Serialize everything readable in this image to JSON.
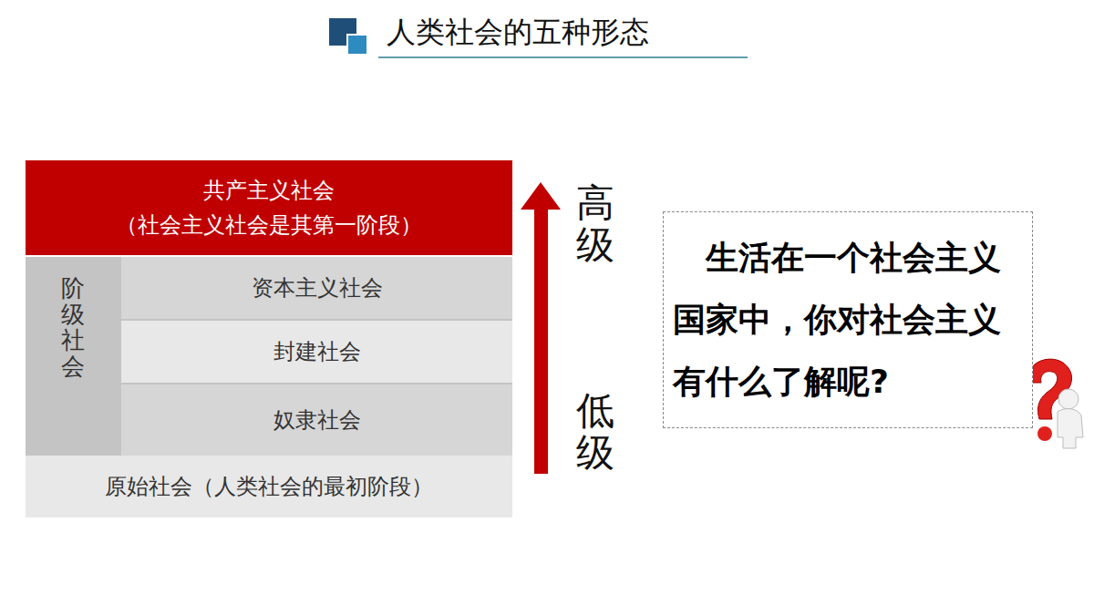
{
  "diagram": {
    "title": "人类社会的五种形态",
    "nodes": [
      {
        "text": [
          "共产主义社会",
          "（社会主义社会是其第一阶段）"
        ]
      },
      {
        "text": [
          "阶级社会"
        ]
      },
      {
        "text": [
          "资本主义社会"
        ],
        "in": 1
      },
      {
        "text": [
          "封建社会"
        ],
        "in": 1
      },
      {
        "text": [
          "奴隶社会"
        ],
        "in": 1
      },
      {
        "text": [
          "原始社会（人类社会的最初阶段）"
        ]
      },
      {
        "text": [
          "生活在一个社会主义国家中，你对社会主义有什么了解呢?"
        ]
      }
    ],
    "labels": [
      "高级",
      "低级"
    ]
  }
}
